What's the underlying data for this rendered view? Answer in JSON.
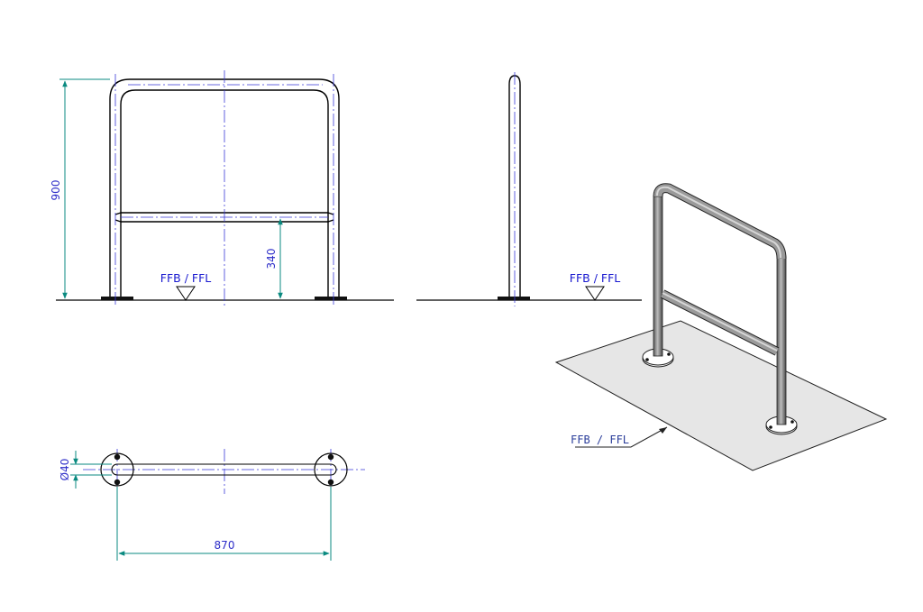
{
  "labels": {
    "front_floor": "FFB / FFL",
    "side_floor": "FFB / FFL",
    "iso_floor": "FFB  /  FFL",
    "dim_height": "900",
    "dim_rail_height": "340",
    "dim_diameter": "Ø40",
    "dim_width": "870"
  },
  "colors": {
    "line": "#000000",
    "centerline": "#3a3ad8",
    "dimension": "#0a8a80",
    "label_text": "#1a1ad0",
    "tube_metal": "#8c8c8c",
    "floor_plate": "#e6e6e6"
  }
}
